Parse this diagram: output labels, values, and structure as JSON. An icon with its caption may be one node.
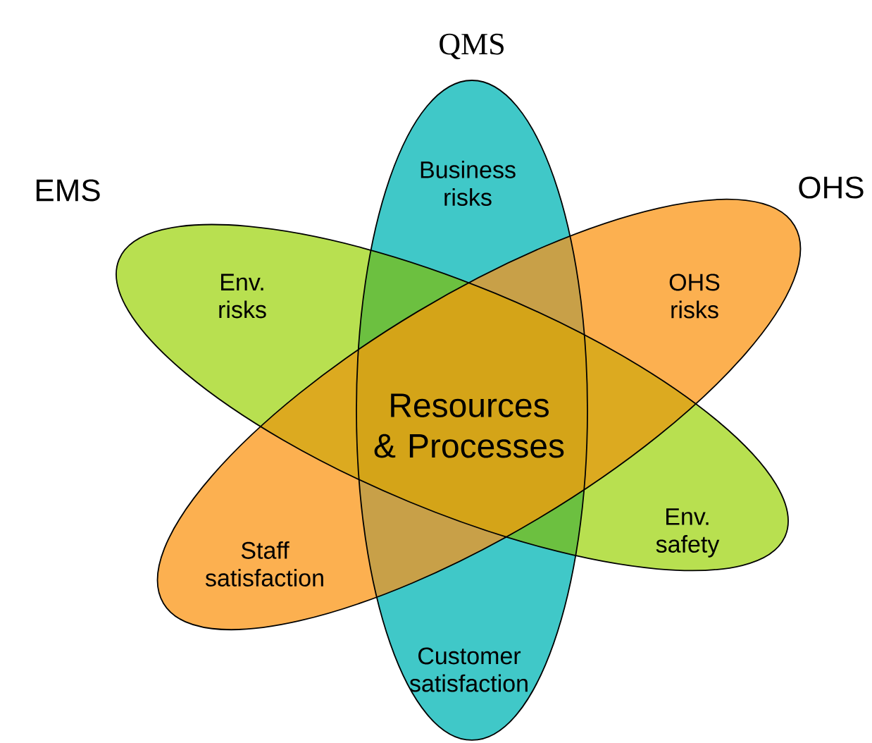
{
  "diagram": {
    "nodes": [
      {
        "text": [
          "QMS",
          "Business risks",
          "Customer satisfaction"
        ]
      },
      {
        "text": [
          "EMS",
          "Env. risks",
          "Env. safety"
        ]
      },
      {
        "text": [
          "OHS",
          "OHS risks",
          "Staff satisfaction"
        ]
      }
    ],
    "labels": [
      "Resources & Processes"
    ]
  }
}
